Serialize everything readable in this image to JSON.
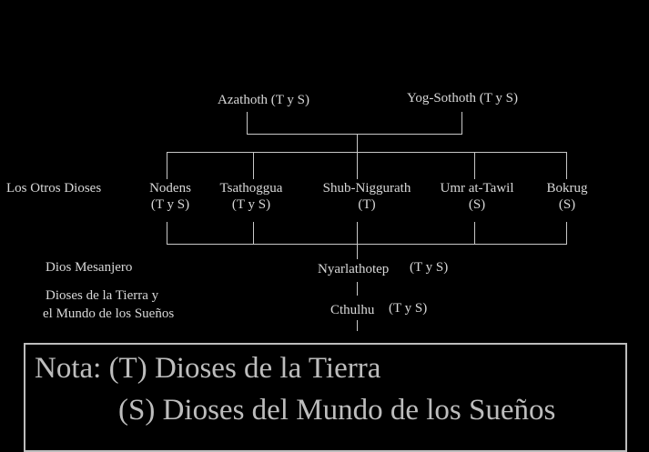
{
  "top": {
    "azathoth": "Azathoth (T y S)",
    "yog_sothoth": "Yog-Sothoth (T y S)"
  },
  "row_labels": {
    "otros_dioses": "Los Otros Dioses",
    "mensajero": "Dios Mesanjero",
    "tierra_line1": "Dioses de la Tierra y",
    "tierra_line2": "el Mundo de los Sueños"
  },
  "gods": [
    {
      "name": "Nodens",
      "tag": "(T y S)"
    },
    {
      "name": "Tsathoggua",
      "tag": "(T y S)"
    },
    {
      "name": "Shub-Niggurath",
      "tag": "(T)"
    },
    {
      "name": "Umr at-Tawil",
      "tag": "(S)"
    },
    {
      "name": "Bokrug",
      "tag": "(S)"
    }
  ],
  "messenger": {
    "name": "Nyarlathotep",
    "tag": "(T y S)"
  },
  "earth": {
    "name": "Cthulhu",
    "tag": "(T y S)"
  },
  "note": {
    "line1": "Nota: (T) Dioses de la Tierra",
    "line2": "(S) Dioses del Mundo de los Sueños"
  }
}
